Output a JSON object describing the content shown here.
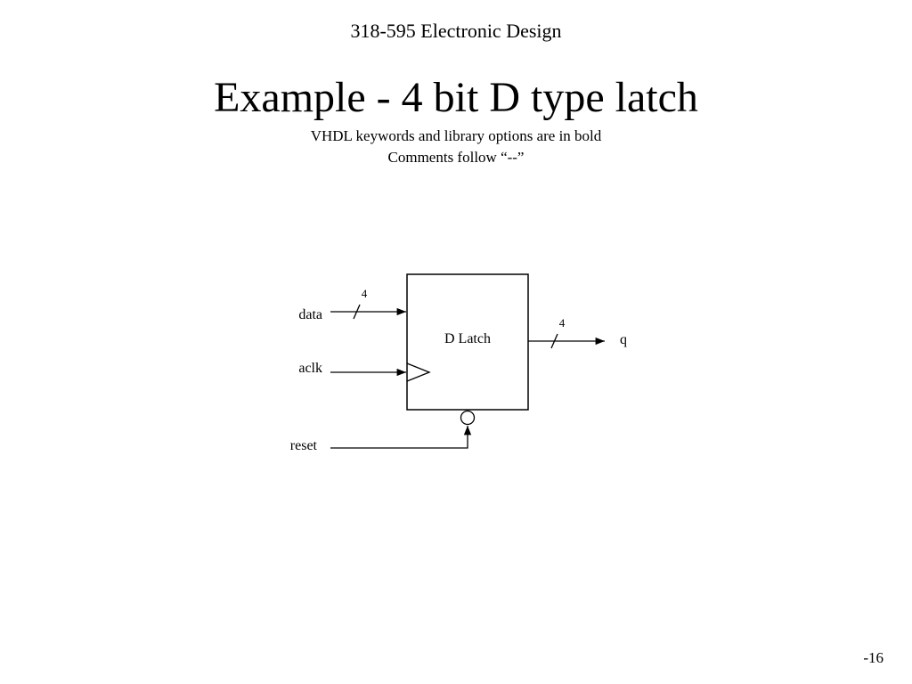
{
  "header": {
    "course": "318-595 Electronic Design"
  },
  "title": "Example - 4 bit D type latch",
  "subtitles": [
    "VHDL keywords and library options are in bold",
    "Comments follow “--”"
  ],
  "diagram": {
    "block_label": "D Latch",
    "inputs": {
      "data": "data",
      "clock": "aclk",
      "reset": "reset"
    },
    "outputs": {
      "q": "q"
    },
    "bus_widths": {
      "data": "4",
      "q": "4"
    }
  },
  "page_number": "-16"
}
